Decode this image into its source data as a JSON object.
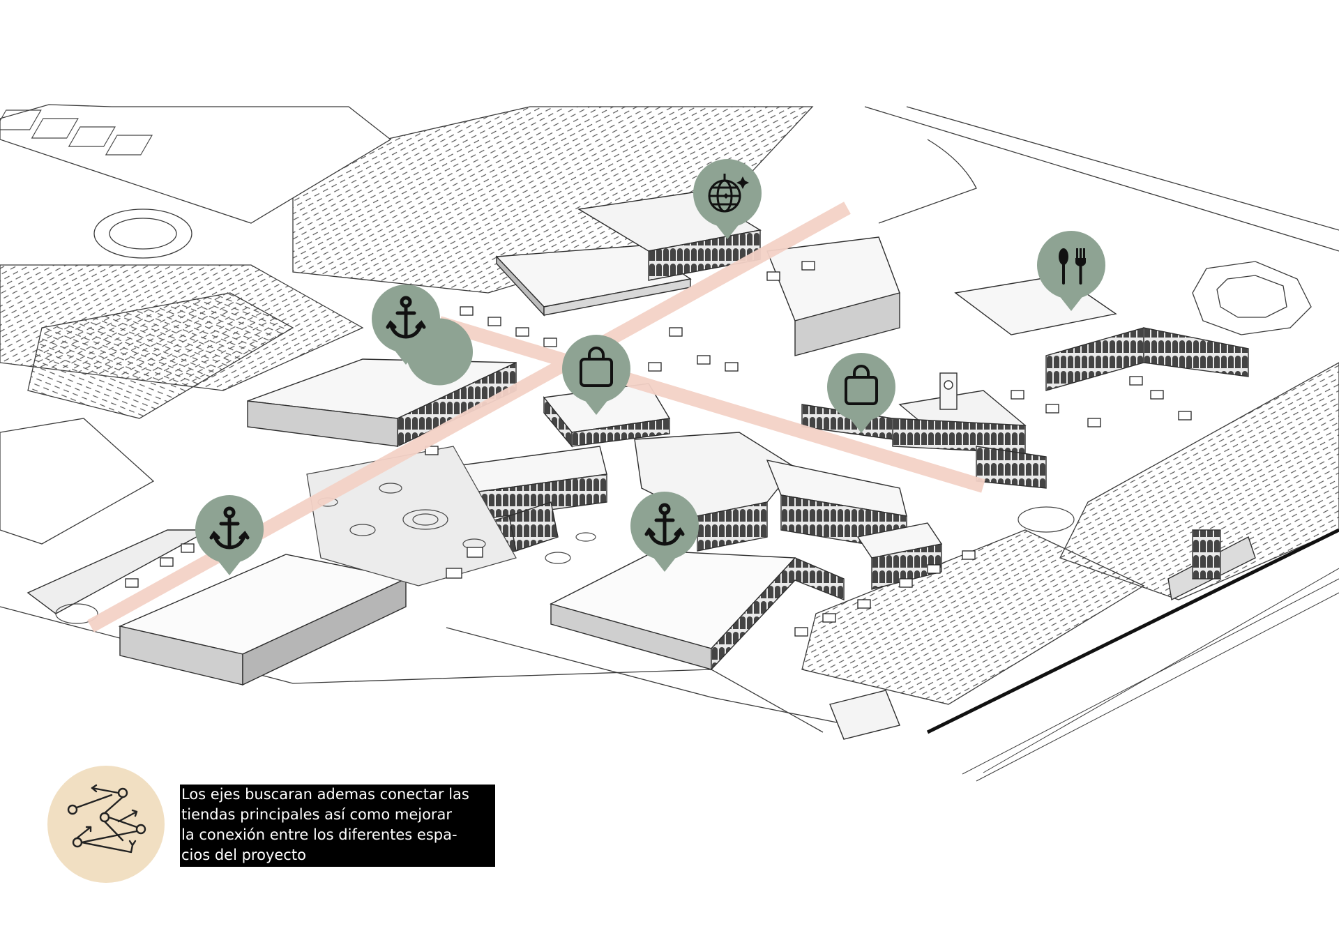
{
  "legend": {
    "text": "Los ejes buscaran ademas conectar las tiendas principales así como mejorar la conexión entre los diferentes espa-cios del proyecto",
    "lines": [
      "Los ejes buscaran ademas conectar las",
      "tiendas principales así como mejorar",
      "la conexión entre los diferentes espa-",
      "cios del proyecto"
    ],
    "icon": "connections-network-icon",
    "badge_color": "#f1dfc2"
  },
  "colors": {
    "axis": "#f4d2c7",
    "pin": "#8ea393",
    "pin_icon": "#111111",
    "linework": "#3a3a3a",
    "roof": "#f7f7f7",
    "shadow": "#9c9c9c"
  },
  "markers": [
    {
      "id": "anchor-store-north",
      "icon": "anchor-icon"
    },
    {
      "id": "anchor-store-southwest",
      "icon": "anchor-icon"
    },
    {
      "id": "anchor-store-south",
      "icon": "anchor-icon"
    },
    {
      "id": "shopping-central",
      "icon": "shopping-bag-icon"
    },
    {
      "id": "shopping-east",
      "icon": "shopping-bag-icon"
    },
    {
      "id": "entertainment",
      "icon": "disco-ball-icon"
    },
    {
      "id": "dining",
      "icon": "fork-spoon-icon"
    }
  ],
  "axes": [
    {
      "id": "main-axis-diagonal"
    },
    {
      "id": "secondary-axis-cross"
    }
  ]
}
